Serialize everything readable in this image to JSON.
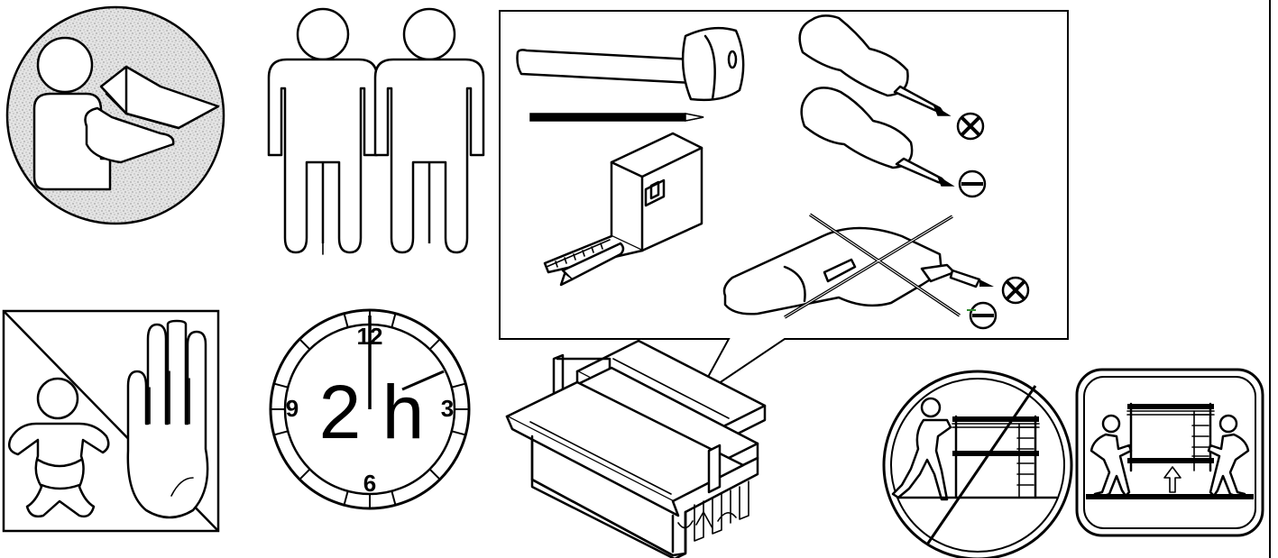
{
  "clock": {
    "n12": "12",
    "n3": "3",
    "n6": "6",
    "n9": "9",
    "duration": "2 h"
  },
  "icons": [
    "read-manual-icon",
    "two-persons-icon",
    "tools-required-icon",
    "keep-away-from-children-icon",
    "assembly-time-clock-icon",
    "toolbox-icon",
    "do-not-drag-furniture-icon",
    "lift-with-two-persons-icon"
  ],
  "colors": {
    "ink": "#000000",
    "paper": "#ffffff",
    "speckle": "#c8c8c8",
    "flat-screwdriver-accent": "#2e8b2e"
  }
}
